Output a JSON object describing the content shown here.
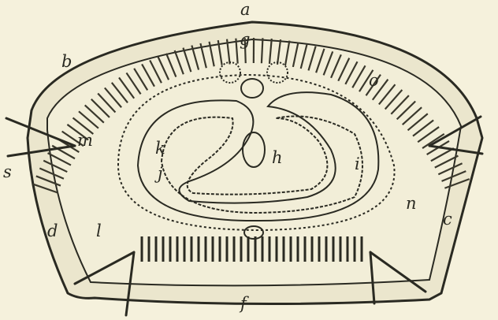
{
  "figure": {
    "description_labels": {
      "a": "a",
      "b": "b",
      "c": "c",
      "d": "d",
      "f": "f",
      "g": "g",
      "h": "h",
      "i": "i",
      "j": "j",
      "k": "k",
      "l": "l",
      "m": "m",
      "n": "n",
      "o": "o",
      "s": "s"
    },
    "colors": {
      "paper": "#f5f1dc",
      "ink": "#2a2a22",
      "wall": "#9a9784"
    }
  }
}
